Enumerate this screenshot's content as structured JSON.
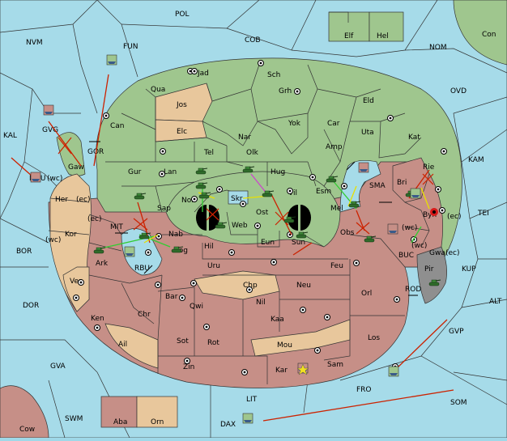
{
  "map": {
    "regions": {
      "pol": "POL",
      "nvm": "NVM",
      "fun": "FUN",
      "cob": "COB",
      "elf": "Elf",
      "hel": "Hel",
      "nom": "NOM",
      "con": "Con",
      "ovd": "OVD",
      "kal": "KAL",
      "gvg": "GVG",
      "gor": "GOR",
      "mvu": "MVU",
      "wc1": "(wc)",
      "gaw": "Gaw",
      "kam": "KAM",
      "tei": "TEI",
      "bor": "BOR",
      "dor": "DOR",
      "gva": "GVA",
      "swm": "SWM",
      "cow": "Cow",
      "aba": "Aba",
      "orn": "Orn",
      "lit": "LIT",
      "dax": "DAX",
      "fro": "FRO",
      "som": "SOM",
      "gvp": "GVP",
      "alt": "ALT",
      "kup": "KUP",
      "buc": "BUC",
      "rod": "ROD",
      "mit": "MIT",
      "rbu": "RBU",
      "skr": "Skr",
      "sma": "SMA",
      "jad": "Jad",
      "sch": "Sch",
      "qua": "Qua",
      "jos": "Jos",
      "grh": "Grh",
      "eld": "Eld",
      "can": "Can",
      "elc": "Elc",
      "nar": "Nar",
      "yok": "Yok",
      "car": "Car",
      "uta": "Uta",
      "kat": "Kat",
      "amp": "Amp",
      "olk": "Olk",
      "tel": "Tel",
      "gur": "Gur",
      "lan": "Lan",
      "hug": "Hug",
      "rie": "Rie",
      "bri": "Bri",
      "esm": "Esm",
      "her": "Her",
      "ec1": "(ec)",
      "nor": "Nor",
      "vil": "Vil",
      "sap": "Sap",
      "ost": "Ost",
      "web": "Web",
      "mel": "Mel",
      "wc2": "(wc)",
      "byn": "Byn",
      "ec2": "(ec)",
      "ec3": "(ec)",
      "kor": "Kor",
      "wc3": "(wc)",
      "nab": "Nab",
      "obs": "Obs",
      "eun": "Eun",
      "sun": "Sun",
      "hil": "Hil",
      "nog": "Nog",
      "wc4": "(wc)",
      "gwa": "Gwa",
      "ec4": "(ec)",
      "ark": "Ark",
      "uru": "Uru",
      "feu": "Feu",
      "pir": "Pir",
      "ver": "Ver",
      "chp": "Chp",
      "neu": "Neu",
      "orl": "Orl",
      "bar": "Bar",
      "qwi": "Qwi",
      "nil": "Nil",
      "ken": "Ken",
      "chr": "Chr",
      "kaa": "Kaa",
      "sot": "Sot",
      "rot": "Rot",
      "los": "Los",
      "ail": "Ail",
      "mou": "Mou",
      "zin": "Zin",
      "kar": "Kar",
      "sam": "Sam"
    },
    "colors": {
      "sea": "#a6dbe9",
      "green": "#9fc68e",
      "red": "#c68f87",
      "tan": "#e8c79c",
      "gray": "#8f8f8f",
      "move_red": "#cc2200",
      "move_green": "#33cc33",
      "move_yellow": "#e8e000",
      "move_purple": "#cc44cc"
    },
    "unit_icons": {
      "army": "tank-icon",
      "fleet": "ship-icon",
      "supply_center": "supply-center-icon",
      "dislodged": "burst-icon",
      "convoy": "star-icon"
    }
  }
}
